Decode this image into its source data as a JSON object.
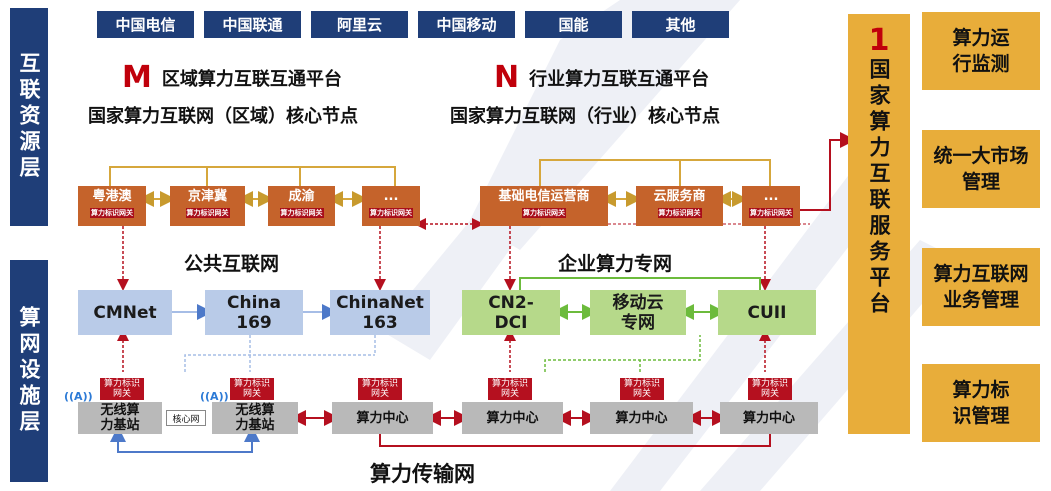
{
  "layers": {
    "top": "互联资源层",
    "bottom": "算网设施层"
  },
  "operators": [
    "中国电信",
    "中国联通",
    "阿里云",
    "中国移动",
    "国能",
    "其他"
  ],
  "regional": {
    "letter": "M",
    "line1": "区域算力互联互通平台",
    "line2": "国家算力互联网（区域）核心节点",
    "nodes": [
      "粤港澳",
      "京津冀",
      "成渝",
      "..."
    ],
    "gateway": "算力标识网关"
  },
  "industry": {
    "letter": "N",
    "line1": "行业算力互联互通平台",
    "line2": "国家算力互联网（行业）核心节点",
    "nodes": [
      "基础电信运营商",
      "云服务商",
      "..."
    ],
    "gateway": "算力标识网关"
  },
  "sections": {
    "public": "公共互联网",
    "enterprise": "企业算力专网",
    "transport": "算力传输网"
  },
  "networks": {
    "public": [
      "CMNet",
      "China 169",
      "ChinaNet 163"
    ],
    "enterprise": [
      "CN2-DCI",
      "移动云专网",
      "CUII"
    ]
  },
  "bottom_row": {
    "wireless": "无线算力基站",
    "core": "核心网",
    "center": "算力中心",
    "gateway": "算力标识网关"
  },
  "platform": {
    "number": "1",
    "label": "国家算力互联服务平台"
  },
  "functions": [
    "算力运行监测",
    "统一大市场管理",
    "算力互联网业务管理",
    "算力标识管理"
  ],
  "colors": {
    "navy": "#1f3e78",
    "orange": "#c5632b",
    "gold": "#e8ad3a",
    "red": "#b5101f",
    "blue": "#b9cbe8",
    "green": "#b6d98a",
    "grey": "#b9b9b9"
  }
}
